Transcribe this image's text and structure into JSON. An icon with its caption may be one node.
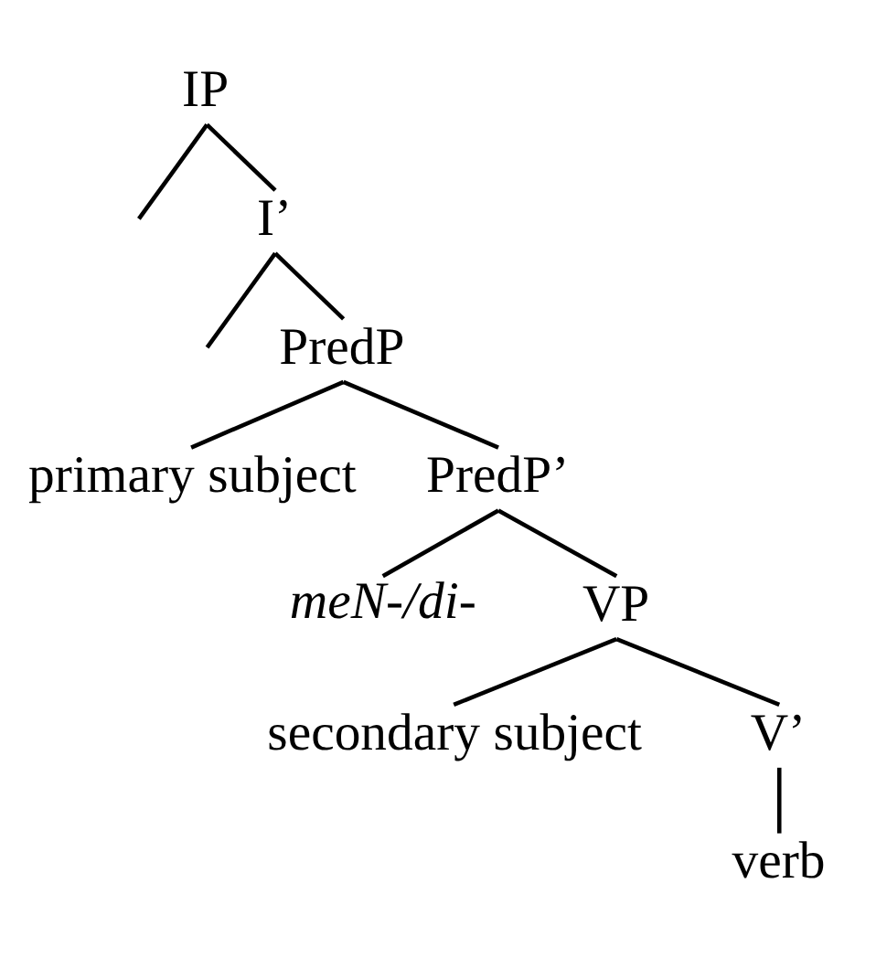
{
  "diagram": {
    "nodes": [
      {
        "text": [
          "IP"
        ]
      },
      {
        "text": [
          "I’"
        ]
      },
      {
        "text": [
          "PredP"
        ]
      },
      {
        "text": [
          "primary subject"
        ]
      },
      {
        "text": [
          "PredP’"
        ]
      },
      {
        "text": [
          "meN-/di-"
        ]
      },
      {
        "text": [
          "VP"
        ]
      },
      {
        "text": [
          "secondary subject"
        ]
      },
      {
        "text": [
          "V’"
        ]
      },
      {
        "text": [
          "verb"
        ]
      }
    ],
    "edges": [
      {
        "from": 0,
        "to": null,
        "arrow": "none"
      },
      {
        "from": 0,
        "to": 1,
        "arrow": "none"
      },
      {
        "from": 1,
        "to": null,
        "arrow": "none"
      },
      {
        "from": 1,
        "to": 2,
        "arrow": "none"
      },
      {
        "from": 2,
        "to": 3,
        "arrow": "none"
      },
      {
        "from": 2,
        "to": 4,
        "arrow": "none"
      },
      {
        "from": 4,
        "to": 5,
        "arrow": "none"
      },
      {
        "from": 4,
        "to": 6,
        "arrow": "none"
      },
      {
        "from": 6,
        "to": 7,
        "arrow": "none"
      },
      {
        "from": 6,
        "to": 8,
        "arrow": "none"
      },
      {
        "from": 8,
        "to": 9,
        "arrow": "none"
      }
    ]
  }
}
